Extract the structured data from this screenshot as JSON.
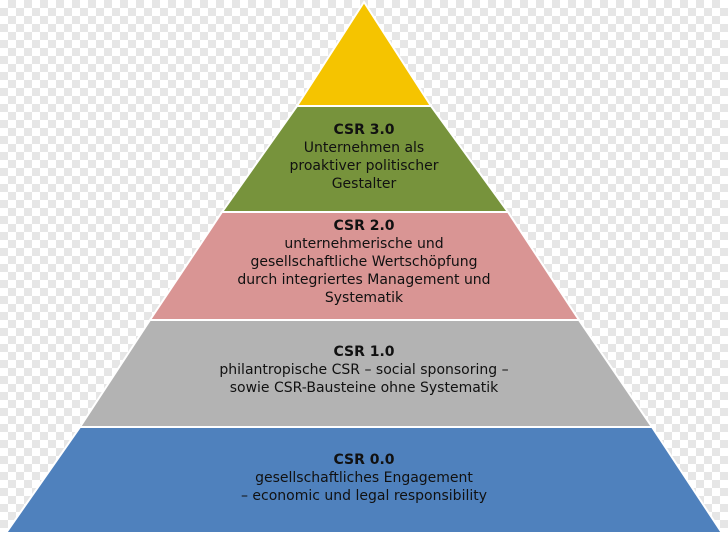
{
  "pyramid": {
    "tiers": [
      {
        "id": "apex",
        "color": "#f5c400",
        "lines": []
      },
      {
        "id": "csr-3",
        "color": "#77933c",
        "title": "CSR  3.0",
        "lines": [
          "Unternehmen als",
          "proaktiver politischer",
          "Gestalter"
        ]
      },
      {
        "id": "csr-2",
        "color": "#d99594",
        "title": "CSR 2.0",
        "lines": [
          "unternehmerische und",
          "gesellschaftliche Wertschöpfung",
          "durch integriertes Management und",
          "Systematik"
        ]
      },
      {
        "id": "csr-1",
        "color": "#b3b3b3",
        "title": "CSR 1.0",
        "lines": [
          "philantropische CSR – social sponsoring –",
          "sowie CSR-Bausteine ohne Systematik"
        ]
      },
      {
        "id": "csr-0",
        "color": "#4f81bd",
        "title": "CSR 0.0",
        "lines": [
          "gesellschaftliches Engagement",
          "– economic und legal responsibility"
        ]
      }
    ]
  }
}
